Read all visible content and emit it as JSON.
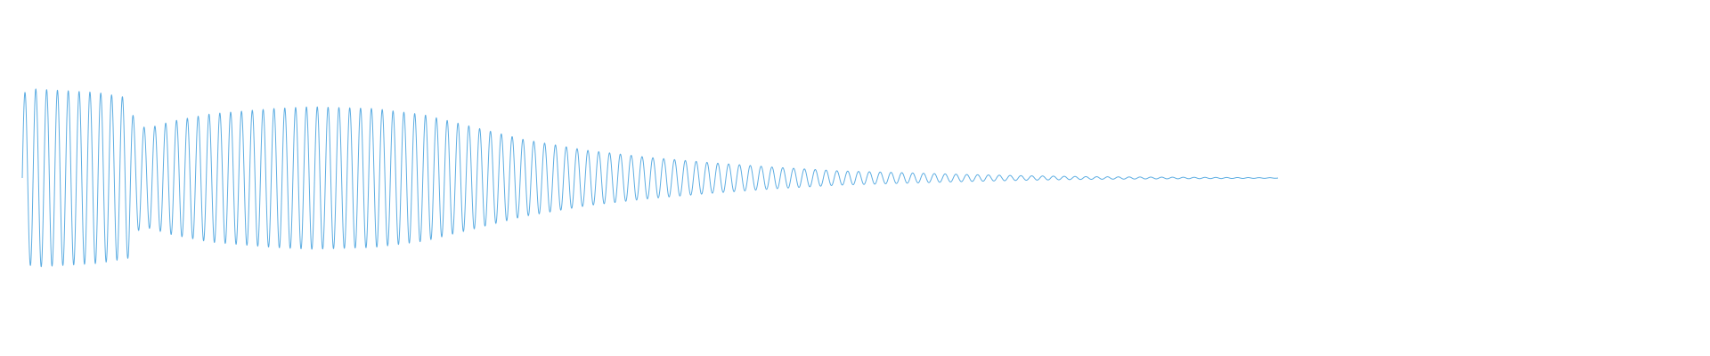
{
  "chart_data": {
    "type": "line",
    "title": "",
    "xlabel": "",
    "ylabel": "",
    "grid": false,
    "legend": "none",
    "ylim": [
      -1,
      1
    ],
    "x_range": [
      0,
      1
    ],
    "series": [
      {
        "color": "#5dade2",
        "cycles": 116,
        "envelope": [
          [
            0.0,
            0.95
          ],
          [
            0.01,
            1.0
          ],
          [
            0.06,
            0.96
          ],
          [
            0.085,
            0.9
          ],
          [
            0.09,
            0.6
          ],
          [
            0.1,
            0.56
          ],
          [
            0.12,
            0.64
          ],
          [
            0.15,
            0.72
          ],
          [
            0.2,
            0.78
          ],
          [
            0.23,
            0.8
          ],
          [
            0.28,
            0.78
          ],
          [
            0.32,
            0.71
          ],
          [
            0.36,
            0.57
          ],
          [
            0.4,
            0.43
          ],
          [
            0.45,
            0.31
          ],
          [
            0.5,
            0.23
          ],
          [
            0.55,
            0.17
          ],
          [
            0.6,
            0.12
          ],
          [
            0.65,
            0.08
          ],
          [
            0.7,
            0.06
          ],
          [
            0.75,
            0.04
          ],
          [
            0.8,
            0.025
          ],
          [
            0.85,
            0.015
          ],
          [
            0.9,
            0.01
          ],
          [
            1.0,
            0.003
          ]
        ]
      }
    ]
  }
}
